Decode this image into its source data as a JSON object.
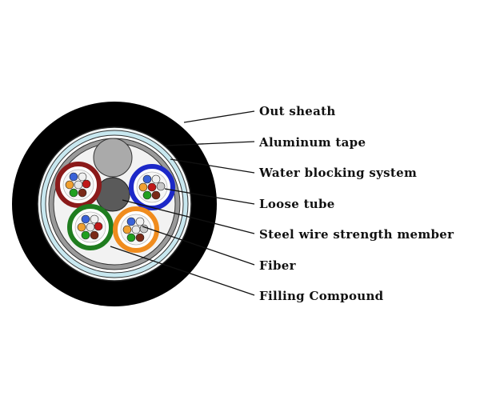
{
  "labels": {
    "out_sheath": "Out sheath",
    "aluminum_tape": "Aluminum tape",
    "water_blocking": "Water blocking system",
    "loose_tube": "Loose tube",
    "steel_wire": "Steel wire strength member",
    "fiber": "Fiber",
    "filling_compound": "Filling Compound"
  },
  "colors": {
    "sheath": "#000000",
    "water_block_ring": "#c8e8f0",
    "aluminum_ring": "#8c8c8c",
    "tube_red": "#8b1a1a",
    "tube_blue": "#1c28c8",
    "tube_green": "#1f7d1f",
    "tube_orange": "#f08c1e",
    "filler": "#aaaaaa",
    "strength_member": "#5a5a5a"
  },
  "fiber_colors": [
    "#3a63d8",
    "#f0f0f0",
    "#f0a030",
    "#c01818",
    "#7a2a18",
    "#20a020",
    "#e8e8e8",
    "#c8c8c8"
  ]
}
